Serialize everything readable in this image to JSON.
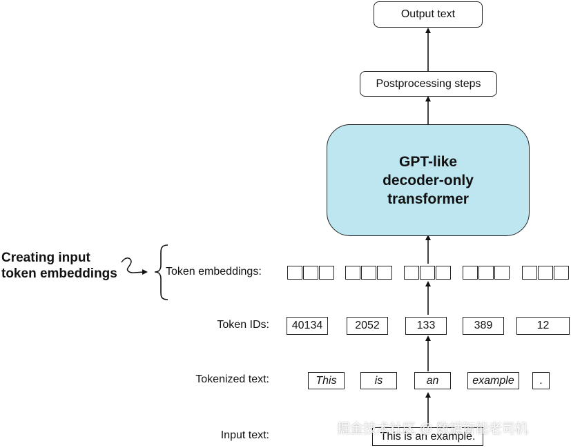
{
  "nodes": {
    "output": "Output text",
    "postprocessing": "Postprocessing steps",
    "model_lines": [
      "GPT-like",
      "decoder-only",
      "transformer"
    ]
  },
  "row_labels": {
    "embeddings": "Token embeddings:",
    "token_ids": "Token IDs:",
    "tokenized": "Tokenized text:",
    "input": "Input text:"
  },
  "token_ids": [
    "40134",
    "2052",
    "133",
    "389",
    "12"
  ],
  "tokens": [
    "This",
    "is",
    "an",
    "example",
    "."
  ],
  "input_text": "This is an example.",
  "annotation": [
    "Creating input",
    "token embeddings"
  ],
  "watermark": "掘金技术社区 @ 数据智能老司机"
}
